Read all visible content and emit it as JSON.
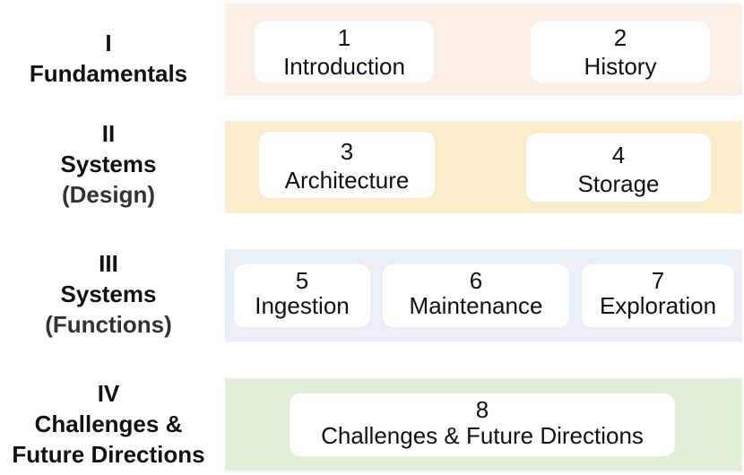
{
  "colors": {
    "band_1": "#fcefe6",
    "band_2": "#fbeccb",
    "band_3": "#eaf0f8",
    "band_4": "#e3f0d9"
  },
  "parts": [
    {
      "numeral": "I",
      "name": "Fundamentals",
      "sub": ""
    },
    {
      "numeral": "II",
      "name": "Systems",
      "sub": "(Design)"
    },
    {
      "numeral": "III",
      "name": "Systems",
      "sub": "(Functions)"
    },
    {
      "numeral": "IV",
      "name": "Challenges &",
      "sub": "Future Directions"
    }
  ],
  "chapters": [
    {
      "num": "1",
      "title": "Introduction"
    },
    {
      "num": "2",
      "title": "History"
    },
    {
      "num": "3",
      "title": "Architecture"
    },
    {
      "num": "4",
      "title": "Storage"
    },
    {
      "num": "5",
      "title": "Ingestion"
    },
    {
      "num": "6",
      "title": "Maintenance"
    },
    {
      "num": "7",
      "title": "Exploration"
    },
    {
      "num": "8",
      "title": "Challenges & Future Directions"
    }
  ]
}
